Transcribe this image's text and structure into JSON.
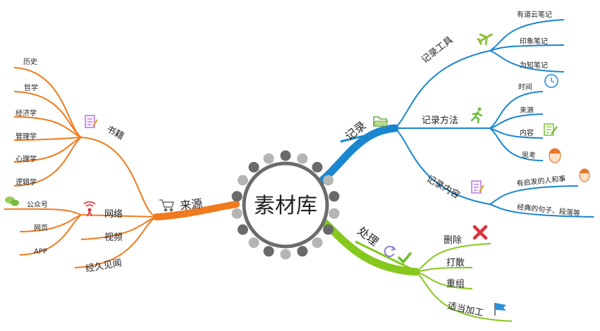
{
  "center": {
    "label": "素材库"
  },
  "colors": {
    "orange": "#F07A1E",
    "blue": "#1A86D0",
    "green": "#86C81E",
    "gray": "#7a7a7a",
    "red": "#D9333F",
    "flag": "#2F8FD8"
  },
  "right": {
    "record": {
      "label": "记录",
      "children": [
        {
          "label": "记录工具",
          "icon": "airplane-icon",
          "children": [
            "有道云笔记",
            "印象笔记",
            "为知笔记"
          ]
        },
        {
          "label": "记录方法",
          "icon": "runner-icon",
          "children": [
            "时间",
            "来源",
            "内容",
            "思考"
          ]
        },
        {
          "label": "记录内容",
          "icon": "notepad-icon",
          "children": [
            "有启发的人和事",
            "经典的句子、段落等"
          ]
        }
      ]
    },
    "process": {
      "label": "处理",
      "children": [
        "删除",
        "打散",
        "重组",
        "适当加工"
      ]
    }
  },
  "left": {
    "source": {
      "label": "来源",
      "children": [
        {
          "label": "书籍",
          "icon": "notebook-icon",
          "children": [
            "历史",
            "哲学",
            "经济学",
            "管理学",
            "心理学",
            "逻辑学"
          ]
        },
        {
          "label": "网络",
          "icon": "broadcast-icon",
          "children": [
            "公众号",
            "网页",
            "APP"
          ]
        },
        {
          "label": "视频"
        },
        {
          "label": "经久见闻"
        }
      ]
    }
  }
}
